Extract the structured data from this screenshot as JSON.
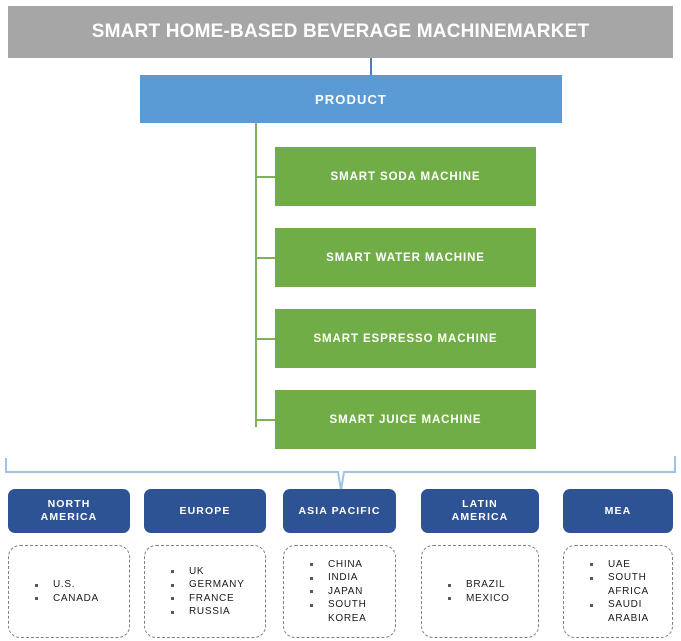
{
  "diagram": {
    "title": "SMART HOME-BASED BEVERAGE MACHINEMARKET",
    "colors": {
      "title_bar": "#A6A6A6",
      "product_bar": "#5B9BD5",
      "product_item": "#70AD47",
      "region_header": "#2E5394",
      "connector_blue": "#4A7EBB",
      "connector_green": "#7FB15A",
      "card_border": "#808080",
      "text_light": "#FFFFFF",
      "text_dark": "#1A1A1A"
    },
    "segment": {
      "label": "PRODUCT",
      "items": [
        {
          "label": "SMART SODA MACHINE"
        },
        {
          "label": "SMART WATER MACHINE"
        },
        {
          "label": "SMART ESPRESSO MACHINE"
        },
        {
          "label": "SMART JUICE MACHINE"
        }
      ]
    },
    "regions": [
      {
        "name": "NORTH\nAMERICA",
        "countries": [
          "U.S.",
          "CANADA"
        ]
      },
      {
        "name": "EUROPE",
        "countries": [
          "UK",
          "GERMANY",
          "FRANCE",
          "RUSSIA"
        ]
      },
      {
        "name": "ASIA PACIFIC",
        "countries": [
          "CHINA",
          "INDIA",
          "JAPAN",
          "SOUTH\nKOREA"
        ]
      },
      {
        "name": "LATIN\nAMERICA",
        "countries": [
          "BRAZIL",
          "MEXICO"
        ]
      },
      {
        "name": "MEA",
        "countries": [
          "UAE",
          "SOUTH\nAFRICA",
          "SAUDI\nARABIA"
        ]
      }
    ]
  }
}
